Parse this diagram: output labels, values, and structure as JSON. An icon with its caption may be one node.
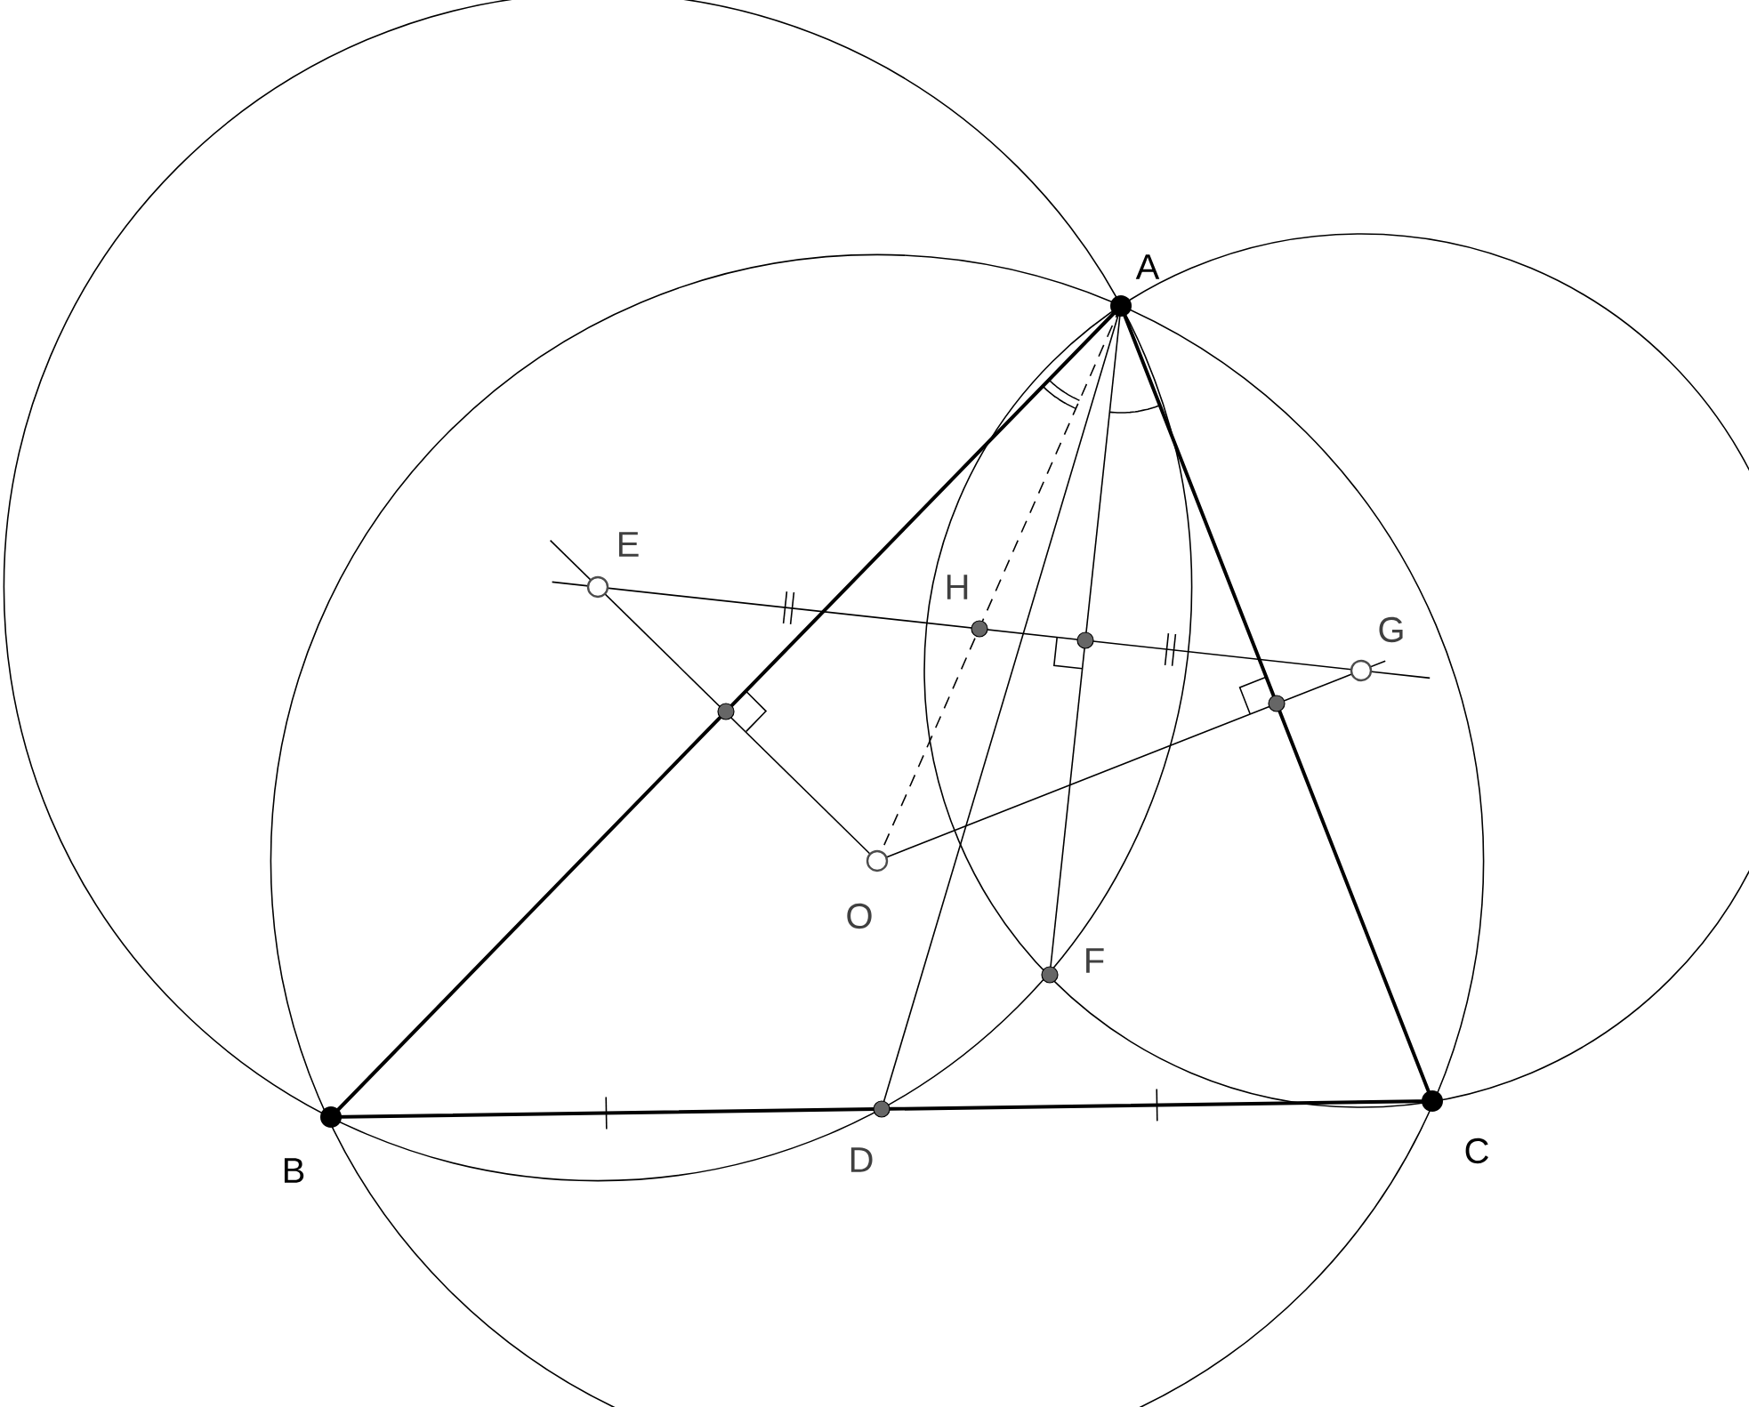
{
  "diagram": {
    "labels": [
      "A",
      "E",
      "H",
      "G",
      "O",
      "F",
      "B",
      "D",
      "C"
    ]
  }
}
